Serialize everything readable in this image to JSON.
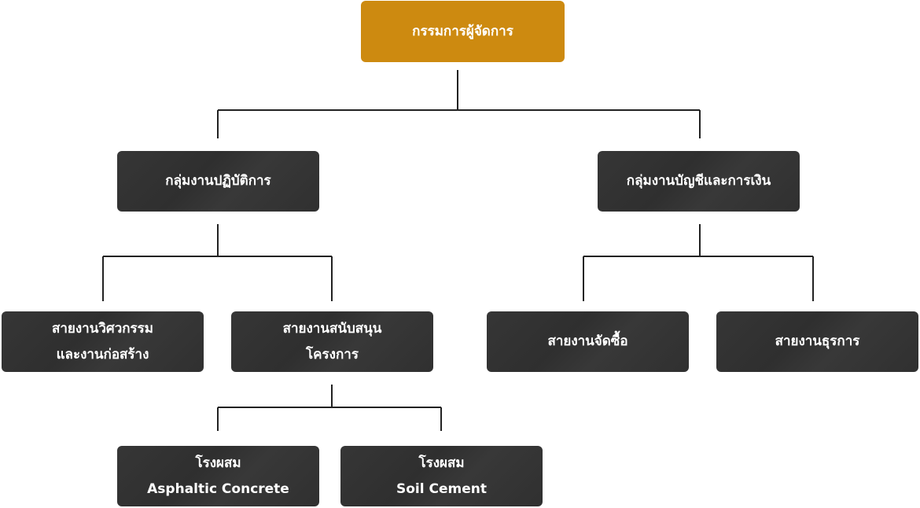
{
  "colors": {
    "top": "#CD8A10",
    "node": "#333333",
    "line": "#222222"
  },
  "nodes": {
    "board": "กรรมการผู้จัดการ",
    "operations": "กลุ่มงานปฏิบัติการ",
    "finance": "กลุ่มงานบัญชีและการเงิน",
    "engineering": [
      "สายงานวิศวกรรม",
      "และงานก่อสร้าง"
    ],
    "project_support": [
      "สายงานสนับสนุน",
      "โครงการ"
    ],
    "procurement": "สายงานจัดซื้อ",
    "admin": "สายงานธุรการ",
    "asphalt_plant": [
      "โรงผสม",
      "Asphaltic Concrete"
    ],
    "soil_plant": [
      "โรงผสม",
      "Soil Cement"
    ]
  }
}
